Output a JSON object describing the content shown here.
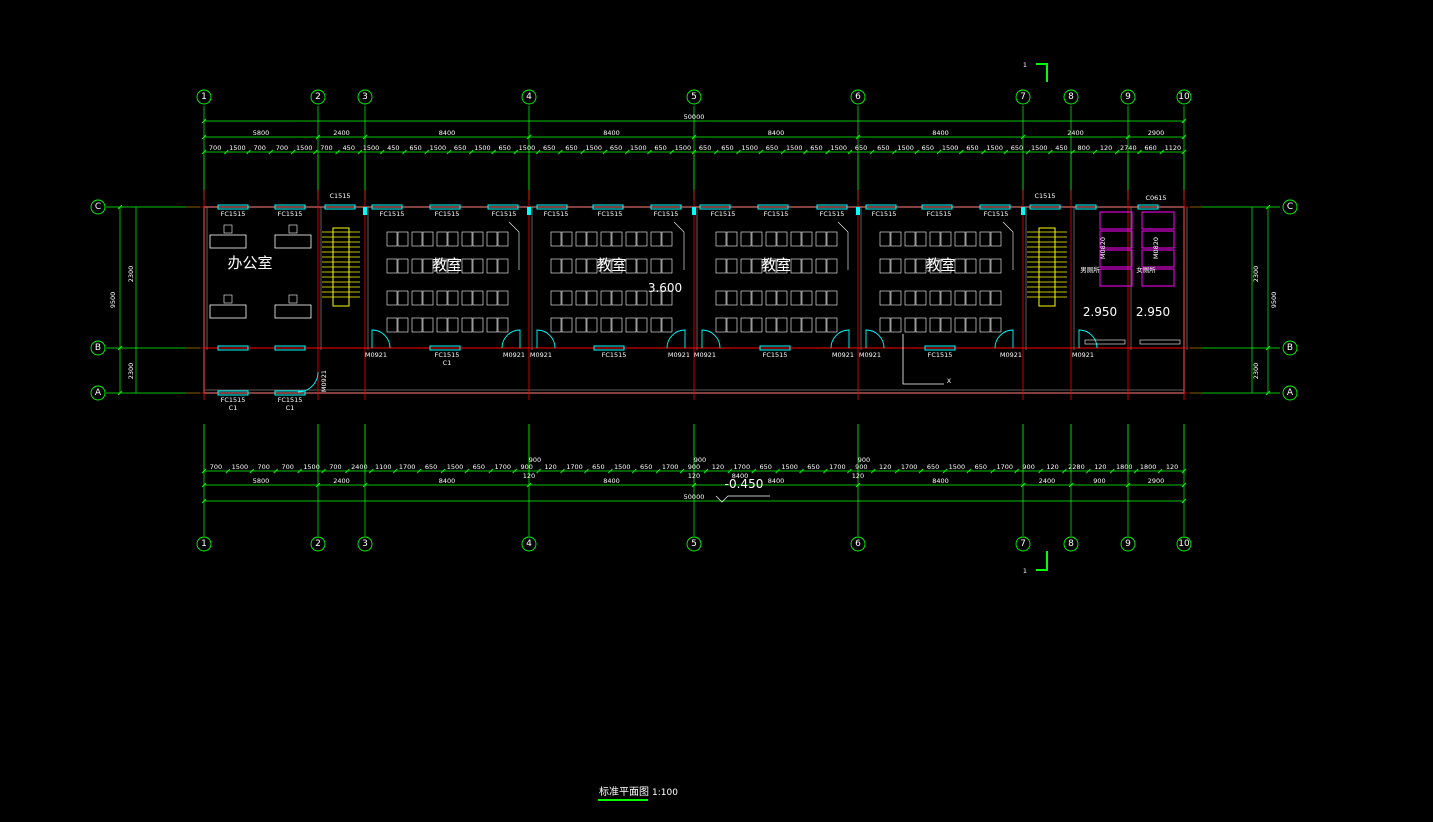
{
  "drawing": {
    "title": "标准平面图",
    "scale": "1:100",
    "section_mark": "1",
    "level_ground": "-0.450",
    "level_floor": "3.600",
    "level_toilet": "2.950",
    "coord_axis_label": "X"
  },
  "axes": {
    "columns": [
      "1",
      "2",
      "3",
      "4",
      "5",
      "6",
      "7",
      "8",
      "9",
      "10"
    ],
    "rows": [
      "C",
      "B",
      "A"
    ]
  },
  "rooms": {
    "office": "办公室",
    "classroom": "教室",
    "male_toilet": "男厕所",
    "female_toilet": "女厕所"
  },
  "dimensions": {
    "overall": "50000",
    "top_segments": [
      "5800",
      "2400",
      "8400",
      "8400",
      "8400",
      "8400",
      "2400",
      "2900",
      "2900"
    ],
    "top_detail": [
      "700",
      "1500",
      "700",
      "700",
      "1500",
      "700",
      "450",
      "1500",
      "450",
      "650",
      "1500",
      "650",
      "1500",
      "650",
      "1500",
      "650",
      "650",
      "1500",
      "650",
      "1500",
      "650",
      "1500",
      "650",
      "650",
      "1500",
      "650",
      "1500",
      "650",
      "1500",
      "650",
      "650",
      "1500",
      "650",
      "1500",
      "650",
      "1500",
      "650",
      "1500",
      "450",
      "800",
      "120",
      "2740",
      "660",
      "1120"
    ],
    "bottom_detail": [
      "700",
      "1500",
      "700",
      "700",
      "1500",
      "700",
      "2400",
      "1100",
      "1700",
      "650",
      "1500",
      "650",
      "1700",
      "900",
      "120",
      "1700",
      "650",
      "1500",
      "650",
      "1700",
      "900",
      "120",
      "1700",
      "650",
      "1500",
      "650",
      "1700",
      "900",
      "120",
      "1700",
      "650",
      "1500",
      "650",
      "1700",
      "900",
      "120",
      "2280",
      "120",
      "1800",
      "1800",
      "120"
    ],
    "bottom_segments": [
      "5800",
      "2400",
      "8400",
      "8400",
      "8400",
      "8400",
      "2400",
      "900",
      "2900",
      "2900"
    ],
    "side_left": [
      "2300",
      "9500",
      "2300"
    ],
    "side_right": [
      "2300",
      "9500",
      "2300"
    ],
    "bottom_extra": [
      "120",
      "900",
      "120",
      "900",
      "8400",
      "120",
      "900"
    ]
  },
  "openings": {
    "window_fc": "FC1515",
    "window_c": "C1515",
    "window_c1": "C1",
    "door_m0921": "M0921",
    "door_m0820": "M0820",
    "window_c0615": "C0615"
  },
  "colors": {
    "axis": "#00ff00",
    "wall": "#ff0000",
    "window": "#00ffff",
    "text": "#ffffff",
    "stair": "#ffff00",
    "toilet_partition": "#ff00ff",
    "furniture": "#ffffff"
  }
}
